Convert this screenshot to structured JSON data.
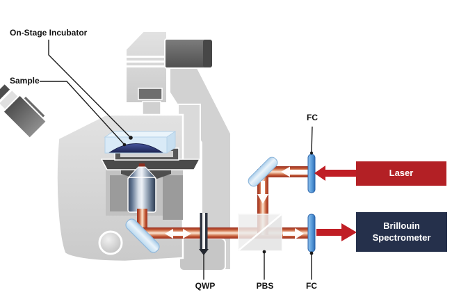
{
  "diagram": {
    "title_semantic": "Brillouin microscopy optical setup",
    "labels": {
      "incubator": "On-Stage Incubator",
      "sample": "Sample",
      "fc_top": "FC",
      "fc_bottom": "FC",
      "qwp": "QWP",
      "pbs": "PBS"
    },
    "boxes": {
      "laser": "Laser",
      "spectrometer": "Brillouin Spectrometer"
    },
    "icons": {
      "microscope-icon": "gray inverted microscope illustration",
      "incubator-icon": "translucent light-blue box on stage",
      "sample-dome-icon": "navy dome inside incubator",
      "objective-icon": "metallic objective lens cylinder",
      "fold-mirror-icon": "light-blue 45-degree mirror under objective",
      "steering-mirror-icon": "light-blue 45-degree mirror above PBS",
      "qwp-icon": "thin vertical quarter-wave plate",
      "pbs-icon": "gray beamsplitter cube with diagonal",
      "fiber-coupler-icon": "blue vertical coupler bar",
      "beam-icon": "red-orange gradient beam tube with white arrows"
    },
    "colors": {
      "laser_box": "#B32025",
      "spectrometer_box": "#25304B",
      "red_arrow": "#C01E25",
      "beam_edge": "#9B3222",
      "beam_core": "#FAE6D9",
      "fiber_coupler_blue": "#4E92D6",
      "mirror_blue": "#C3DDF2",
      "incubator_glass": "#D9EAF7",
      "sample_dome_navy": "#273069",
      "microscope_gray": "#D6D6D6",
      "stage_dark_gray": "#4A4A4A",
      "label_text": "#111111",
      "box_text": "#FFFFFF"
    }
  }
}
